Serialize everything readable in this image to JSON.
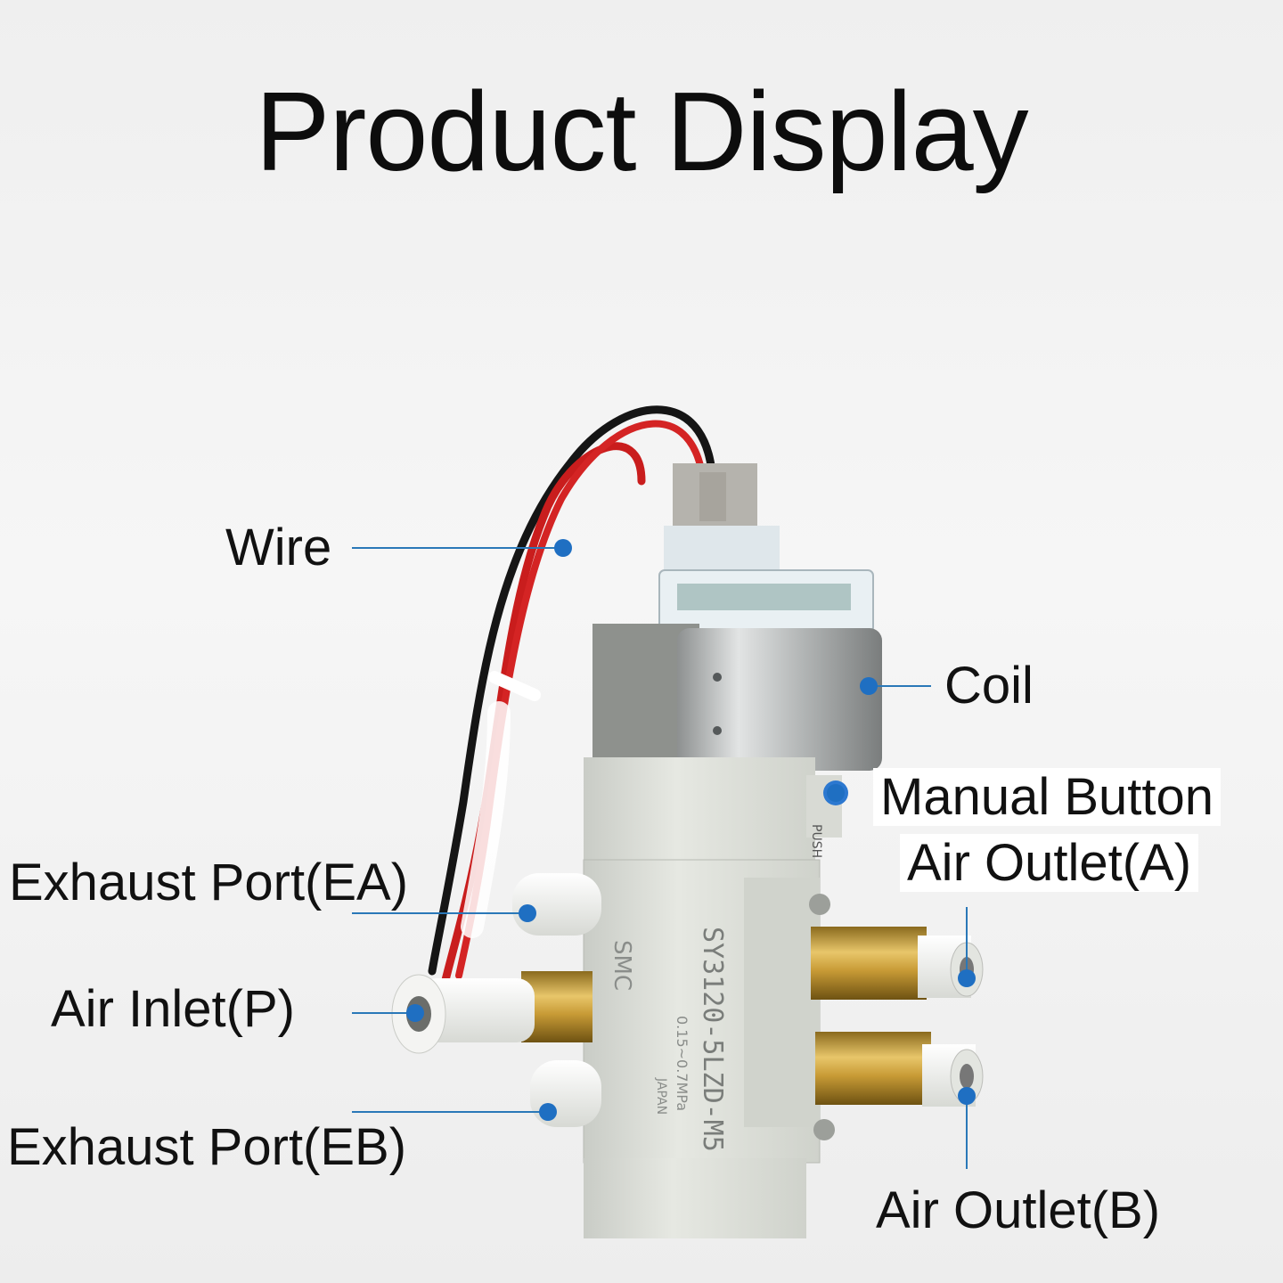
{
  "title": "Product Display",
  "labels": {
    "wire": "Wire",
    "coil": "Coil",
    "manual_button": "Manual Button",
    "air_outlet_a": "Air Outlet(A)",
    "exhaust_ea": "Exhaust Port(EA)",
    "air_inlet_p": "Air Inlet(P)",
    "exhaust_eb": "Exhaust Port(EB)",
    "air_outlet_b": "Air Outlet(B)"
  },
  "valve_markings": {
    "model": "SY3120-5LZD-M5",
    "brand": "SMC",
    "pressure": "0.15~0.7MPa",
    "origin": "JAPAN",
    "button_text": "PUSH"
  },
  "colors": {
    "callout_line": "#2a78b8",
    "callout_dot": "#1f6fc2"
  }
}
